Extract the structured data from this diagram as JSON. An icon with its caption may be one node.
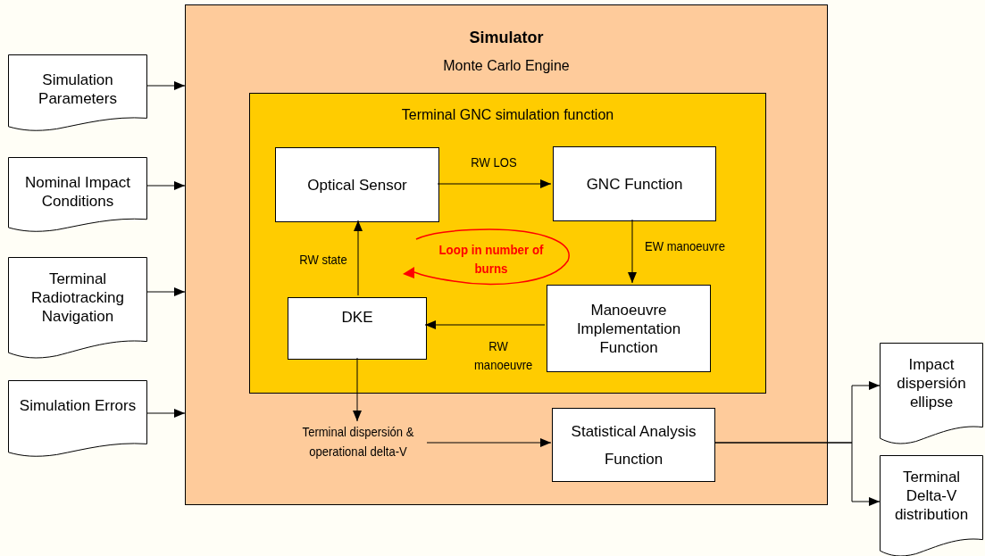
{
  "diagram": {
    "nodes": [
      {
        "text": [
          "Simulator",
          "Monte Carlo Engine"
        ]
      },
      {
        "text": [
          "Terminal GNC simulation function"
        ],
        "in": 0
      },
      {
        "text": [
          "Optical Sensor"
        ],
        "in": 1
      },
      {
        "text": [
          "GNC Function"
        ],
        "in": 1
      },
      {
        "text": [
          "Manoeuvre Implementation Function"
        ],
        "in": 1
      },
      {
        "text": [
          "DKE"
        ],
        "in": 1
      },
      {
        "text": [
          "Loop in number of burns"
        ],
        "in": 1
      },
      {
        "text": [
          "Terminal dispersión & operational delta-V"
        ],
        "in": 0
      },
      {
        "text": [
          "Statistical Analysis Function"
        ],
        "in": 0
      },
      {
        "text": [
          "Simulation Parameters"
        ]
      },
      {
        "text": [
          "Nominal Impact Conditions"
        ]
      },
      {
        "text": [
          "Terminal Radiotracking Navigation"
        ]
      },
      {
        "text": [
          "Simulation Errors"
        ]
      },
      {
        "text": [
          "Impact dispersión ellipse"
        ]
      },
      {
        "text": [
          "Terminal Delta-V distribution"
        ]
      }
    ],
    "edges": [
      {
        "from": 9,
        "to": 0,
        "arrow": "to"
      },
      {
        "from": 10,
        "to": 0,
        "arrow": "to"
      },
      {
        "from": 11,
        "to": 0,
        "arrow": "to"
      },
      {
        "from": 12,
        "to": 0,
        "arrow": "to"
      },
      {
        "from": 2,
        "to": 3,
        "arrow": "to",
        "label": "RW LOS"
      },
      {
        "from": 3,
        "to": 4,
        "arrow": "to",
        "label": "EW manoeuvre"
      },
      {
        "from": 4,
        "to": 5,
        "arrow": "to",
        "label": "RW manoeuvre"
      },
      {
        "from": 5,
        "to": 2,
        "arrow": "to",
        "label": "RW state"
      },
      {
        "from": 5,
        "to": 7,
        "arrow": "to"
      },
      {
        "from": 7,
        "to": 8,
        "arrow": "to"
      },
      {
        "from": 8,
        "to": 13,
        "arrow": "to"
      },
      {
        "from": 8,
        "to": 14,
        "arrow": "to"
      }
    ]
  }
}
